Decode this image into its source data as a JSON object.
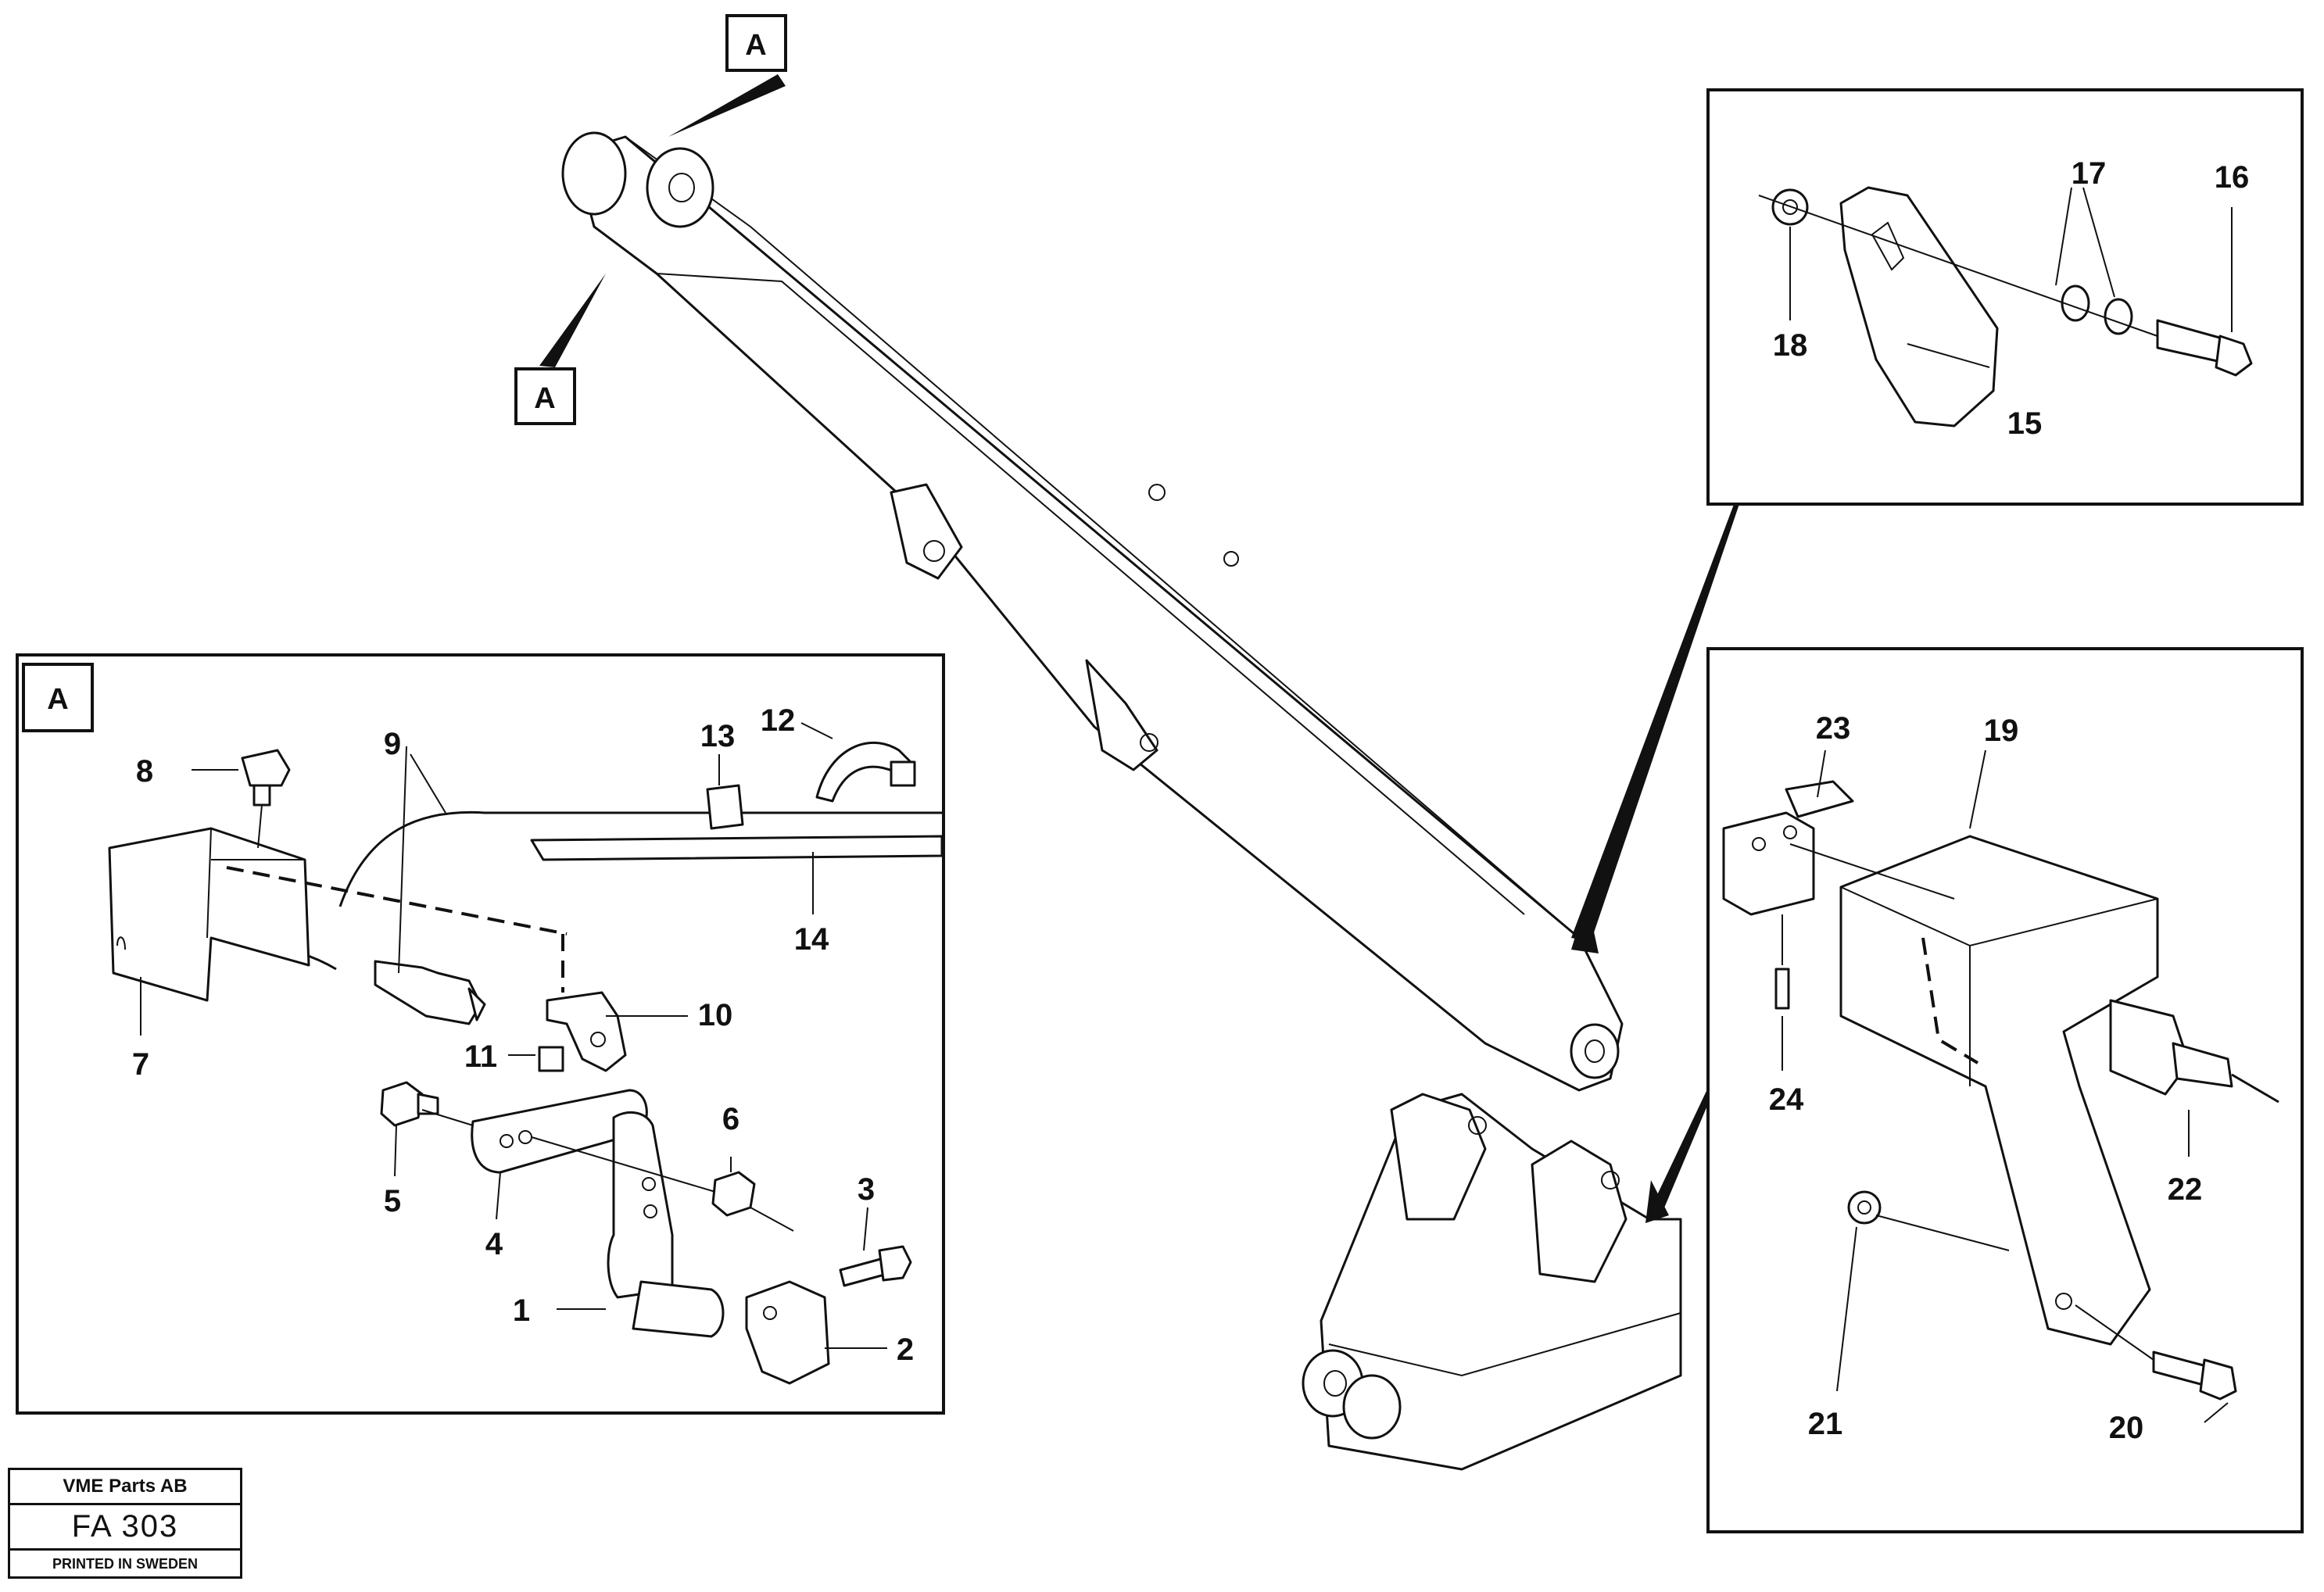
{
  "title_block": {
    "company": "VME Parts AB",
    "code": "FA 303",
    "printed": "PRINTED IN SWEDEN"
  },
  "view_tags": {
    "top_tag": "A",
    "left_tag": "A",
    "detail_a_tag": "A"
  },
  "callouts": {
    "c1": "1",
    "c2": "2",
    "c3": "3",
    "c4": "4",
    "c5": "5",
    "c6": "6",
    "c7": "7",
    "c8": "8",
    "c9": "9",
    "c10": "10",
    "c11": "11",
    "c12": "12",
    "c13": "13",
    "c14": "14",
    "c15": "15",
    "c16": "16",
    "c17": "17",
    "c18": "18",
    "c19": "19",
    "c20": "20",
    "c21": "21",
    "c22": "22",
    "c23": "23",
    "c24": "24"
  }
}
